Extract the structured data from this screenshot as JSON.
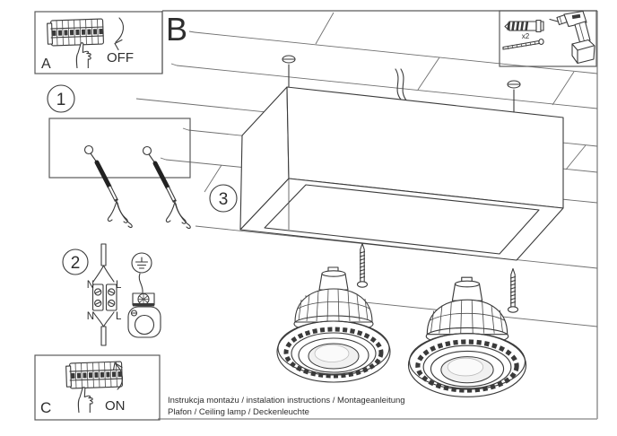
{
  "document": {
    "type": "installation-instruction-sheet",
    "sections": {
      "a": {
        "label": "A",
        "action": "OFF"
      },
      "b": {
        "label": "B"
      },
      "c": {
        "label": "C",
        "action": "ON"
      },
      "step1": "1",
      "step2": "2",
      "step3": "3"
    },
    "wiring": {
      "n_in": "N",
      "l_in": "L",
      "n_out": "N",
      "l_out": "L"
    },
    "tools": {
      "plug_qty": "x2"
    },
    "footer": {
      "line1": "Instrukcja montażu / instalation instructions / Montageanleitung",
      "line2": "Plafon / Ceiling lamp / Deckenleuchte"
    },
    "colors": {
      "ink": "#3a3a3a",
      "page_frame": "#9a9a9a",
      "paper": "#ffffff"
    }
  }
}
